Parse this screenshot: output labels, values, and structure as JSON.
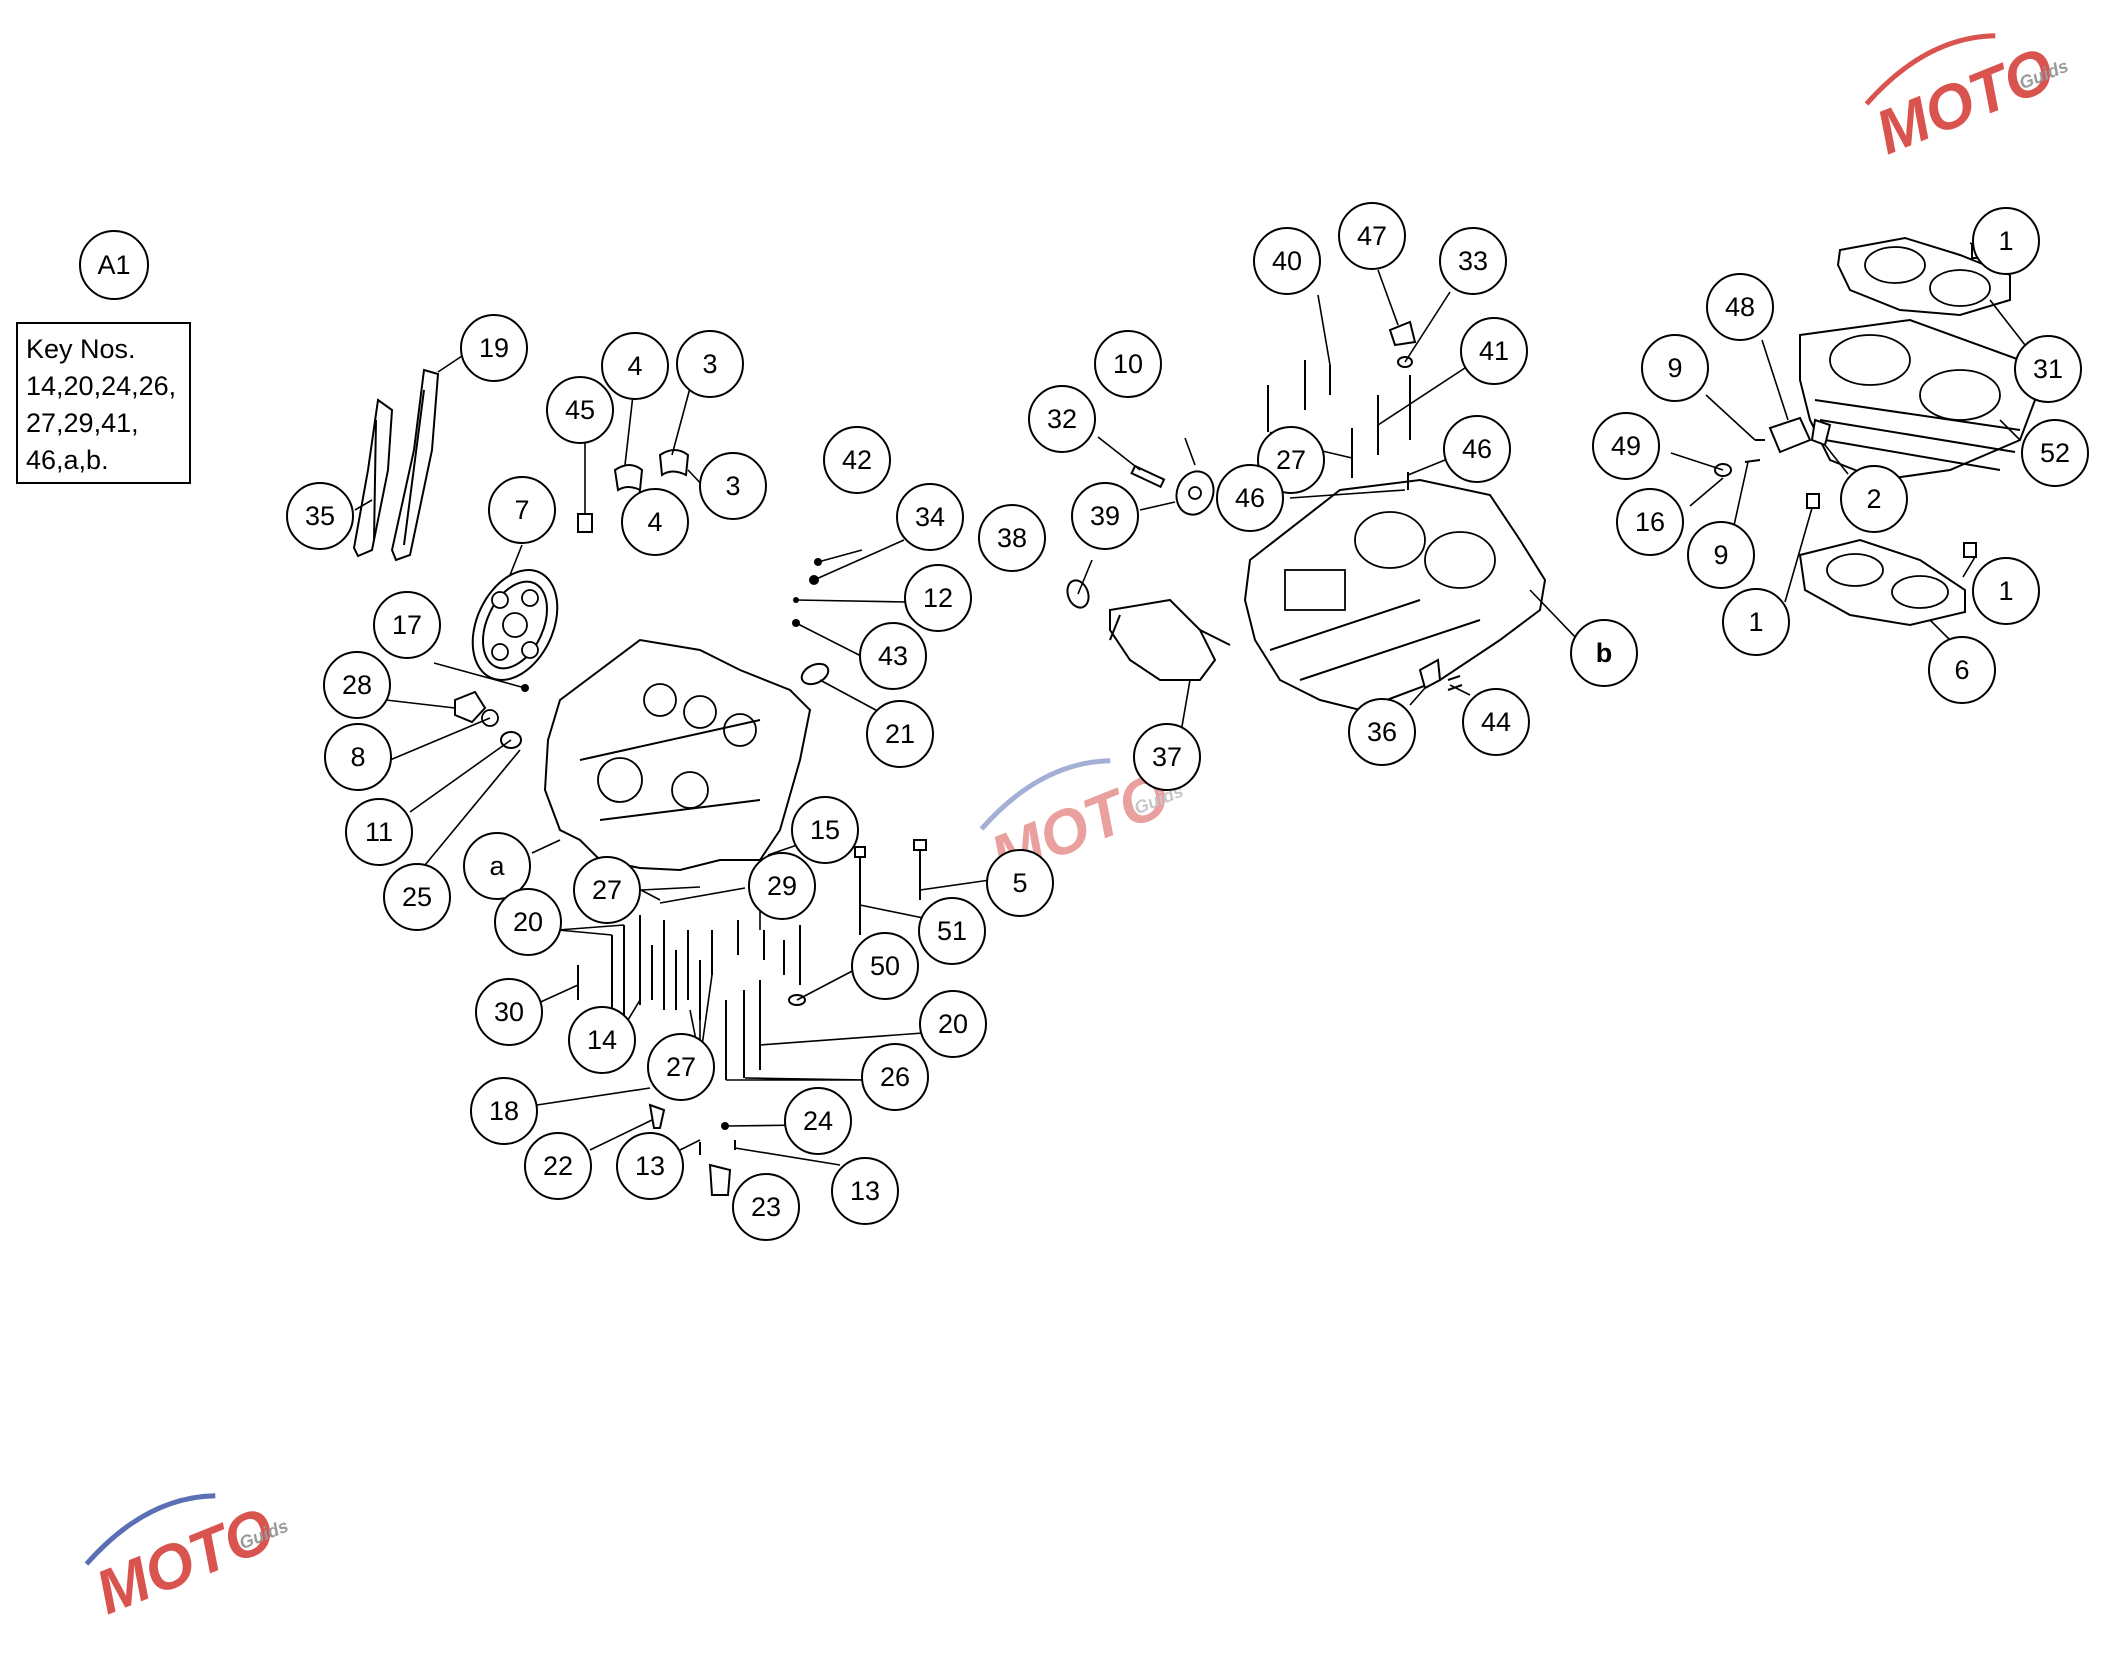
{
  "assembly_ref": "A1",
  "key_box": {
    "lines": [
      "Key Nos.",
      "14,20,24,26,",
      "27,29,41,",
      "46,a,b."
    ]
  },
  "watermark": {
    "brand": "MOTO",
    "sub": "Guids",
    "colors": {
      "accent_red": "#d9534f",
      "accent_blue": "#5b6fb5",
      "accent_gray": "#9a9a9a"
    }
  },
  "callouts": {
    "c19": "19",
    "c35": "35",
    "c45": "45",
    "c4a": "4",
    "c3a": "3",
    "c3b": "3",
    "c4b": "4",
    "c7": "7",
    "c42": "42",
    "c34": "34",
    "c12": "12",
    "c43": "43",
    "c21": "21",
    "c17": "17",
    "c28": "28",
    "c8": "8",
    "c11": "11",
    "c25": "25",
    "ca": "a",
    "c15": "15",
    "c27a": "27",
    "c29": "29",
    "c5": "5",
    "c51": "51",
    "c20a": "20",
    "c30": "30",
    "c14": "14",
    "c50": "50",
    "c20b": "20",
    "c27b": "27",
    "c26": "26",
    "c18": "18",
    "c24": "24",
    "c22": "22",
    "c13a": "13",
    "c13b": "13",
    "c23": "23",
    "c10": "10",
    "c32": "32",
    "c39": "39",
    "c38": "38",
    "c37": "37",
    "c40": "40",
    "c47": "47",
    "c33": "33",
    "c41": "41",
    "c27c": "27",
    "c46a": "46",
    "c46b": "46",
    "cb": "b",
    "c36": "36",
    "c44": "44",
    "c48": "48",
    "c9a": "9",
    "c49": "49",
    "c16": "16",
    "c9b": "9",
    "c2": "2",
    "c1a": "1",
    "c31": "31",
    "c52": "52",
    "c1b": "1",
    "c1c": "1",
    "c6": "6"
  }
}
